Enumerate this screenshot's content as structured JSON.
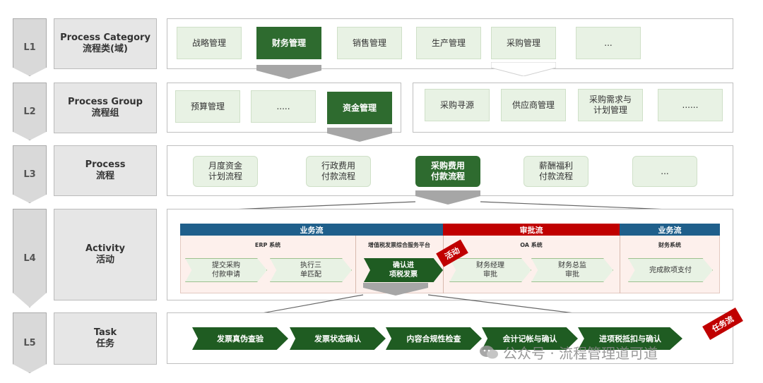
{
  "levels": [
    {
      "code": "L1",
      "en": "Process Category",
      "zh": "流程类(域)"
    },
    {
      "code": "L2",
      "en": "Process Group",
      "zh": "流程组"
    },
    {
      "code": "L3",
      "en": "Process",
      "zh": "流程"
    },
    {
      "code": "L4",
      "en": "Activity",
      "zh": "活动"
    },
    {
      "code": "L5",
      "en": "Task",
      "zh": "任务"
    }
  ],
  "l1_items": [
    "战略管理",
    "财务管理",
    "销售管理",
    "生产管理",
    "采购管理",
    "..."
  ],
  "l2_left": [
    "预算管理",
    ".....",
    "资金管理"
  ],
  "l2_right": [
    "采购寻源",
    "供应商管理",
    "采购需求与\n计划管理",
    "......"
  ],
  "l3_items": [
    "月度资金\n计划流程",
    "行政费用\n付款流程",
    "采购费用\n付款流程",
    "薪酬福利\n付款流程",
    "..."
  ],
  "l4": {
    "headers": [
      "业务流",
      "审批流",
      "业务流"
    ],
    "systems": [
      "ERP 系统",
      "增值税发票综合服务平台",
      "OA 系统",
      "财务系统"
    ],
    "activities": [
      "提交采购\n付款申请",
      "执行三\n单匹配",
      "确认进\n项税发票",
      "财务经理\n审批",
      "财务总监\n审批",
      "完成款项支付"
    ],
    "tag": "活动"
  },
  "l5": {
    "tasks": [
      "发票真伪查验",
      "发票状态确认",
      "内容合规性检查",
      "会计记帐与确认",
      "进项税抵扣与确认"
    ],
    "tag": "任务流"
  },
  "watermark": "公众号 · 流程管理道可道",
  "colors": {
    "green_dark": "#1f5c22",
    "green_sel": "#2e6b2f",
    "green_light": "#e8f2e4",
    "blue": "#1f5f8b",
    "red": "#c00000"
  }
}
